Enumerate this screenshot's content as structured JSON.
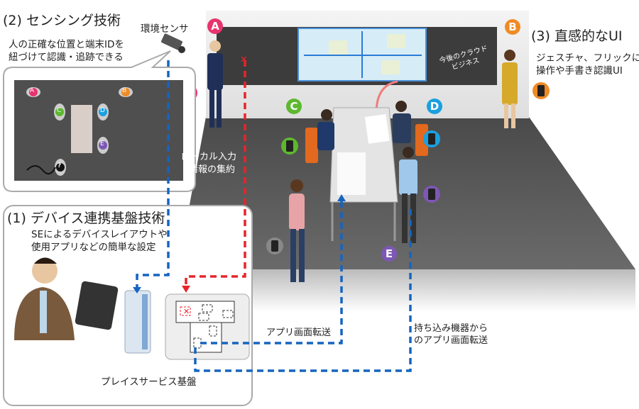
{
  "sections": {
    "sensing": {
      "title": "(2) センシング技術",
      "desc": [
        "人の正確な位置と端末IDを",
        "紐づけて認識・追跡できる"
      ]
    },
    "ui": {
      "title": "(3) 直感的なUI",
      "desc": [
        "ジェスチャ、フリックによる",
        "操作や手書き認識UI"
      ]
    },
    "device": {
      "title": "(1) デバイス連携基盤技術",
      "desc": [
        "SEによるデバイスレイアウトや",
        "使用アプリなどの簡単な設定"
      ]
    }
  },
  "labels": {
    "env_sensor": "環境センサ",
    "local_input": [
      "ローカル入力",
      "情報の集約"
    ],
    "board_text": [
      "今後のクラウド",
      "ビジネス"
    ],
    "app_transfer": "アプリ画面転送",
    "byod_transfer": [
      "持ち込み機器から",
      "のアプリ画面転送"
    ],
    "platform": "プレイスサービス基盤",
    "unknown_marker": "?"
  },
  "people": [
    {
      "id": "A",
      "color": "#e8336e"
    },
    {
      "id": "B",
      "color": "#f08a24"
    },
    {
      "id": "C",
      "color": "#5db82f"
    },
    {
      "id": "D",
      "color": "#1aa0e0"
    },
    {
      "id": "E",
      "color": "#7d57b5"
    }
  ],
  "colors": {
    "blue_flow": "#1565c0",
    "red_flow": "#e8242a",
    "floor": "#5a5a5a",
    "board": "#3c3c3c",
    "screen": "#d6ecf6"
  }
}
